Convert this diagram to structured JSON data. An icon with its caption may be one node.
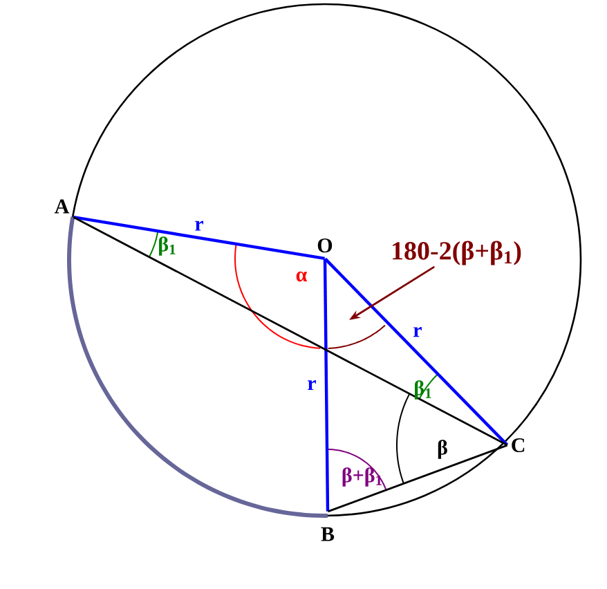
{
  "diagram": {
    "nodes": [
      {
        "text": [
          "A"
        ]
      },
      {
        "text": [
          "O"
        ]
      },
      {
        "text": [
          "B"
        ]
      },
      {
        "text": [
          "C"
        ]
      },
      {
        "text": [
          "180-2(β+β$_{1}$)"
        ]
      },
      {
        "text": [],
        "shape": "arc"
      }
    ],
    "edges": [
      {
        "from": 0,
        "to": 1,
        "arrow": "none",
        "label": "r",
        "color": "#0000ff"
      },
      {
        "from": 1,
        "to": 3,
        "arrow": "none",
        "label": "r",
        "color": "#0000ff"
      },
      {
        "from": 1,
        "to": 2,
        "arrow": "none",
        "label": "r",
        "color": "#0000ff"
      },
      {
        "from": 0,
        "to": 3,
        "arrow": "none",
        "color": "#000000"
      },
      {
        "from": 2,
        "to": 3,
        "arrow": "none",
        "color": "#000000"
      },
      {
        "from": 4,
        "to": 5,
        "arrow": "to",
        "color": "#800000"
      }
    ],
    "labels": [
      "α",
      "β$_{1}$",
      "β$_{1}$",
      "β+β$_{1}$",
      "β"
    ]
  }
}
